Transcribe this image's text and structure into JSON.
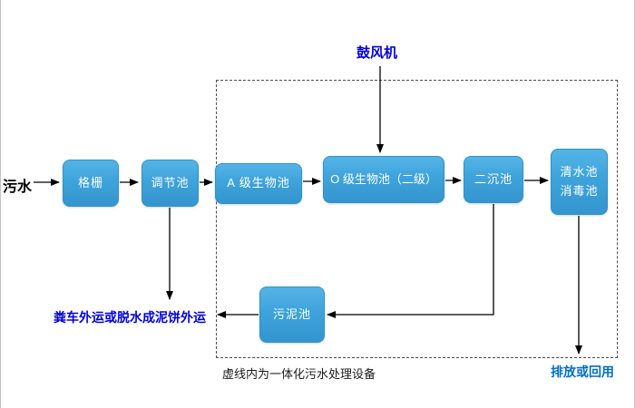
{
  "labels": {
    "influent": "污水",
    "blower": "鼓风机",
    "sludge_disposal": "粪车外运或脱水成泥饼外运",
    "boundary_caption": "虚线内为一体化污水处理设备",
    "effluent": "排放或回用"
  },
  "nodes": {
    "grid": {
      "label": "格栅"
    },
    "regulating_tank": {
      "label": "调节池"
    },
    "a_bio_tank": {
      "label": "A 级生物池"
    },
    "o_bio_tank": {
      "label": "O 级生物池（二级）"
    },
    "secondary_clarifier": {
      "label": "二沉池"
    },
    "clear_water_disinfection_tank": {
      "label": "清水池\n消毒池"
    },
    "sludge_tank": {
      "label": "污泥池"
    }
  },
  "colors": {
    "node_fill": "#3EA3DC",
    "node_fill_top": "#55B4E6",
    "node_border": "#2F93CB",
    "node_text": "#FFFFFF",
    "arrow": "#000000",
    "boundary_dash": "#4D4D4D",
    "accent_blue": "#0000E0",
    "effluent_blue": "#0070C0",
    "text_black": "#000000"
  }
}
